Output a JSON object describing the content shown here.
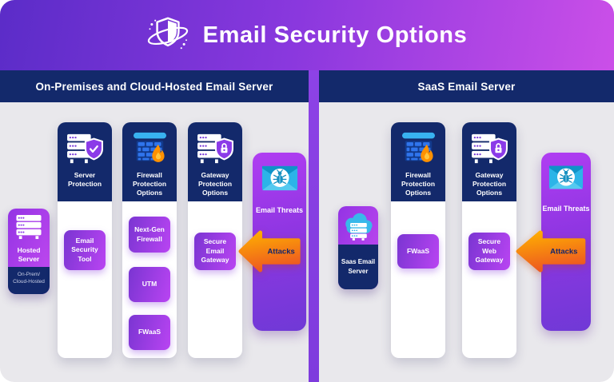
{
  "banner": {
    "title": "Email Security Options",
    "icon": "shield-orbit-icon"
  },
  "panels": {
    "left": {
      "header": "On-Premises and Cloud-Hosted Email Server",
      "source": {
        "title": "Hosted Server",
        "subtitle": "On-Prem/ Cloud-Hosted",
        "icon": "server-stack-icon"
      },
      "columns": [
        {
          "header": "Server Protection",
          "icon": "server-shield-check-icon",
          "buttons": [
            "Email Security Tool"
          ]
        },
        {
          "header": "Firewall Protection Options",
          "icon": "firewall-flame-icon",
          "buttons": [
            "Next-Gen Firewall",
            "UTM",
            "FWaaS"
          ]
        },
        {
          "header": "Gateway Protection Options",
          "icon": "server-shield-lock-icon",
          "buttons": [
            "Secure Email Gateway"
          ]
        }
      ],
      "threats": {
        "title": "Email Threats",
        "icon": "envelope-bug-icon",
        "arrow_label": "Attacks"
      }
    },
    "right": {
      "header": "SaaS Email Server",
      "source": {
        "title": "Saas Email Server",
        "icon": "cloud-server-icon"
      },
      "columns": [
        {
          "header": "Firewall Protection Options",
          "icon": "firewall-flame-icon",
          "buttons": [
            "FWaaS"
          ]
        },
        {
          "header": "Gateway Protection Options",
          "icon": "server-shield-lock-icon",
          "buttons": [
            "Secure Web Gateway"
          ]
        }
      ],
      "threats": {
        "title": "Email Threats",
        "icon": "envelope-bug-icon",
        "arrow_label": "Attacks"
      }
    }
  },
  "colors": {
    "banner_gradient_start": "#5b2cc8",
    "banner_gradient_end": "#cb4fe8",
    "navy": "#13296b",
    "panel_background": "#e9e8ec",
    "divider_purple": "#8640e0",
    "button_gradient_start": "#7a35d2",
    "button_gradient_end": "#b944f2",
    "arrow_orange_top": "#ffb100",
    "arrow_orange_bottom": "#ee5c1f",
    "icon_blue": "#2cb4e8"
  }
}
